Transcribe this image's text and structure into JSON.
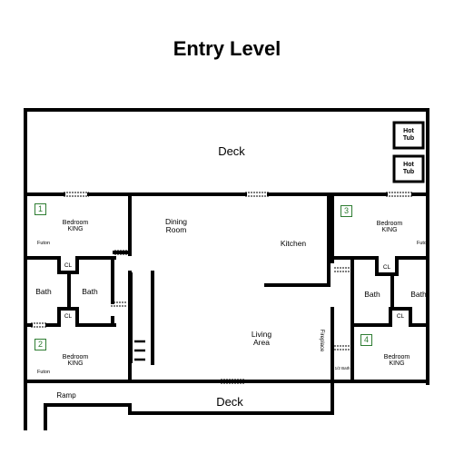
{
  "title": "Entry Level",
  "rooms": {
    "deck_top": "Deck",
    "deck_bottom": "Deck",
    "dining": "Dining\nRoom",
    "kitchen": "Kitchen",
    "living": "Living\nArea",
    "bedroom1": "Bedroom\nKING",
    "bedroom2": "Bedroom\nKING",
    "bedroom3": "Bedroom\nKING",
    "bedroom4": "Bedroom\nKING",
    "bath_left_a": "Bath",
    "bath_left_b": "Bath",
    "bath_right_a": "Bath",
    "bath_right_b": "Bath",
    "ramp": "Ramp",
    "fireplace": "Fireplace",
    "ss_bath": "1/2 Bath"
  },
  "futon_labels": [
    "Futon",
    "Futon",
    "Futon"
  ],
  "closets": [
    "CL",
    "CL",
    "CL",
    "CL"
  ],
  "hot_tubs": [
    "Hot\nTub",
    "Hot\nTub"
  ],
  "room_numbers": [
    "1",
    "2",
    "3",
    "4"
  ]
}
